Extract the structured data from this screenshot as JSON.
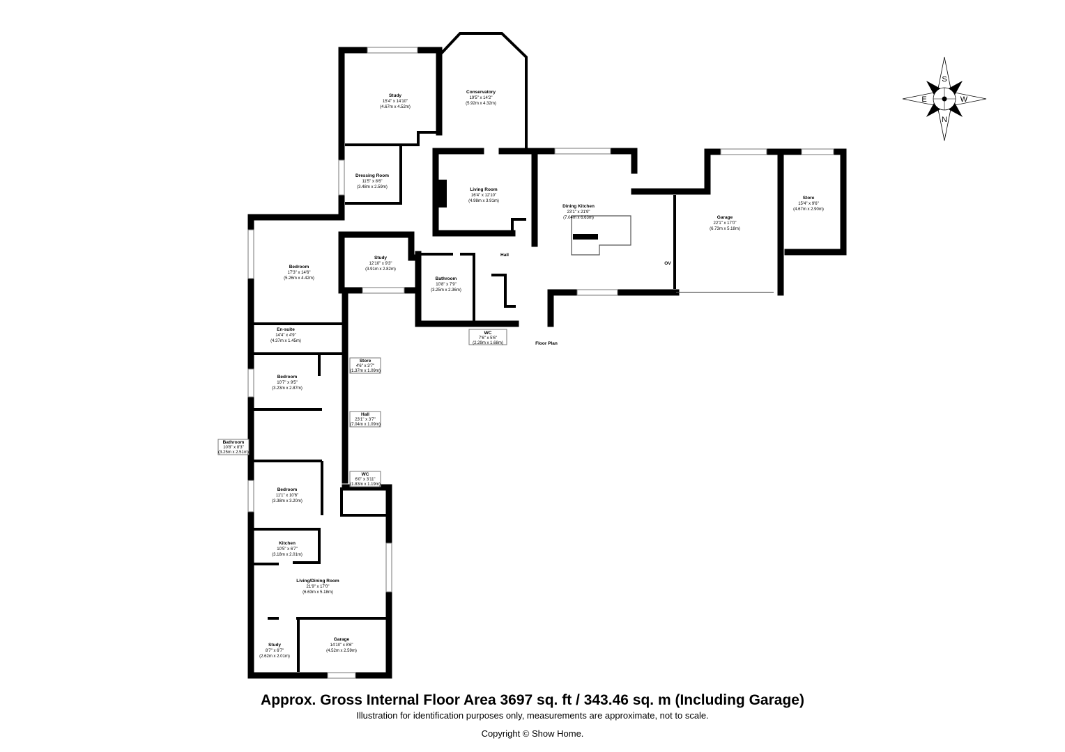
{
  "rooms": {
    "study1": {
      "name": "Study",
      "imperial": "15'4\" x 14'10\"",
      "metric": "(4.67m x 4.52m)"
    },
    "conservatory": {
      "name": "Conservatory",
      "imperial": "19'5\" x 14'2\"",
      "metric": "(5.92m x 4.32m)"
    },
    "dressing": {
      "name": "Dressing Room",
      "imperial": "11'5\" x 8'6\"",
      "metric": "(3.48m x 2.59m)"
    },
    "living": {
      "name": "Living Room",
      "imperial": "16'4\" x 12'10\"",
      "metric": "(4.98m x 3.91m)"
    },
    "bedroom1": {
      "name": "Bedroom",
      "imperial": "17'3\" x 14'6\"",
      "metric": "(5.26m x 4.42m)"
    },
    "study2": {
      "name": "Study",
      "imperial": "12'10\" x 9'3\"",
      "metric": "(3.91m x 2.82m)"
    },
    "hall1": {
      "name": "Hall"
    },
    "bathroom1": {
      "name": "Bathroom",
      "imperial": "10'8\" x 7'9\"",
      "metric": "(3.25m x 2.36m)"
    },
    "wc1": {
      "name": "WC",
      "imperial": "7'6\" x 5'6\"",
      "metric": "(2.29m x 1.68m)"
    },
    "dining_kitchen": {
      "name": "Dining Kitchen",
      "imperial": "23'1\" x 21'9\"",
      "metric": "(7.04m x 6.63m)"
    },
    "ov": {
      "name": "OV"
    },
    "garage1": {
      "name": "Garage",
      "imperial": "22'1\" x 17'0\"",
      "metric": "(6.73m x 5.18m)"
    },
    "store1": {
      "name": "Store",
      "imperial": "15'4\" x 9'6\"",
      "metric": "(4.67m x 2.90m)"
    },
    "ensuite": {
      "name": "En-suite",
      "imperial": "14'4\" x 4'9\"",
      "metric": "(4.37m x 1.45m)"
    },
    "store2": {
      "name": "Store",
      "imperial": "4'6\" x 3'7\"",
      "metric": "(1.37m x 1.09m)"
    },
    "bedroom2": {
      "name": "Bedroom",
      "imperial": "10'7\" x 9'5\"",
      "metric": "(3.23m x 2.87m)"
    },
    "hall2": {
      "name": "Hall",
      "imperial": "23'1\" x 3'7\"",
      "metric": "(7.04m x 1.09m)"
    },
    "bathroom2": {
      "name": "Bathroom",
      "imperial": "10'8\" x 8'3\"",
      "metric": "(3.25m x 2.51m)"
    },
    "wc2": {
      "name": "WC",
      "imperial": "6'0\" x 3'11\"",
      "metric": "(1.83m x 1.19m)"
    },
    "bedroom3": {
      "name": "Bedroom",
      "imperial": "11'1\" x 10'6\"",
      "metric": "(3.38m x 3.20m)"
    },
    "kitchen": {
      "name": "Kitchen",
      "imperial": "10'5\" x 6'7\"",
      "metric": "(3.18m x 2.01m)"
    },
    "living_dining": {
      "name": "Living/Dining Room",
      "imperial": "21'9\" x 17'0\"",
      "metric": "(6.63m x 5.18m)"
    },
    "study3": {
      "name": "Study",
      "imperial": "8'7\" x 6'7\"",
      "metric": "(2.62m x 2.01m)"
    },
    "garage2": {
      "name": "Garage",
      "imperial": "14'10\" x 8'6\"",
      "metric": "(4.52m x 2.59m)"
    }
  },
  "floor_label": "Floor Plan",
  "compass": {
    "n": "N",
    "s": "S",
    "e": "E",
    "w": "W",
    "icon": "compass-rose-icon"
  },
  "footer": {
    "area": "Approx. Gross Internal Floor Area 3697 sq. ft / 343.46 sq. m (Including Garage)",
    "disclaimer": "Illustration for identification purposes only, measurements are approximate, not to scale.",
    "copyright": "Copyright © Show Home."
  }
}
